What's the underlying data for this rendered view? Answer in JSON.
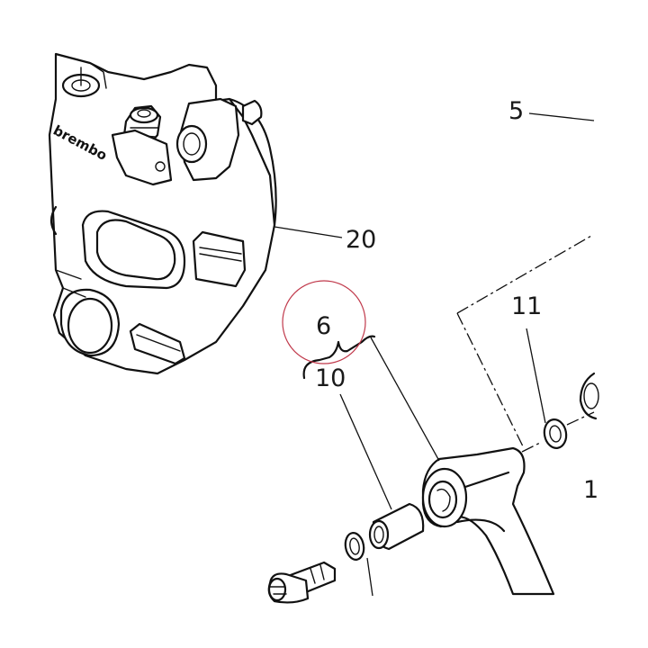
{
  "callouts": {
    "c5": "5",
    "c20": "20",
    "c6": "6",
    "c10": "10",
    "c11": "11",
    "c1": "1"
  },
  "brand_text": "brembo",
  "highlight_color": "#c0394b",
  "line_color": "#111111"
}
